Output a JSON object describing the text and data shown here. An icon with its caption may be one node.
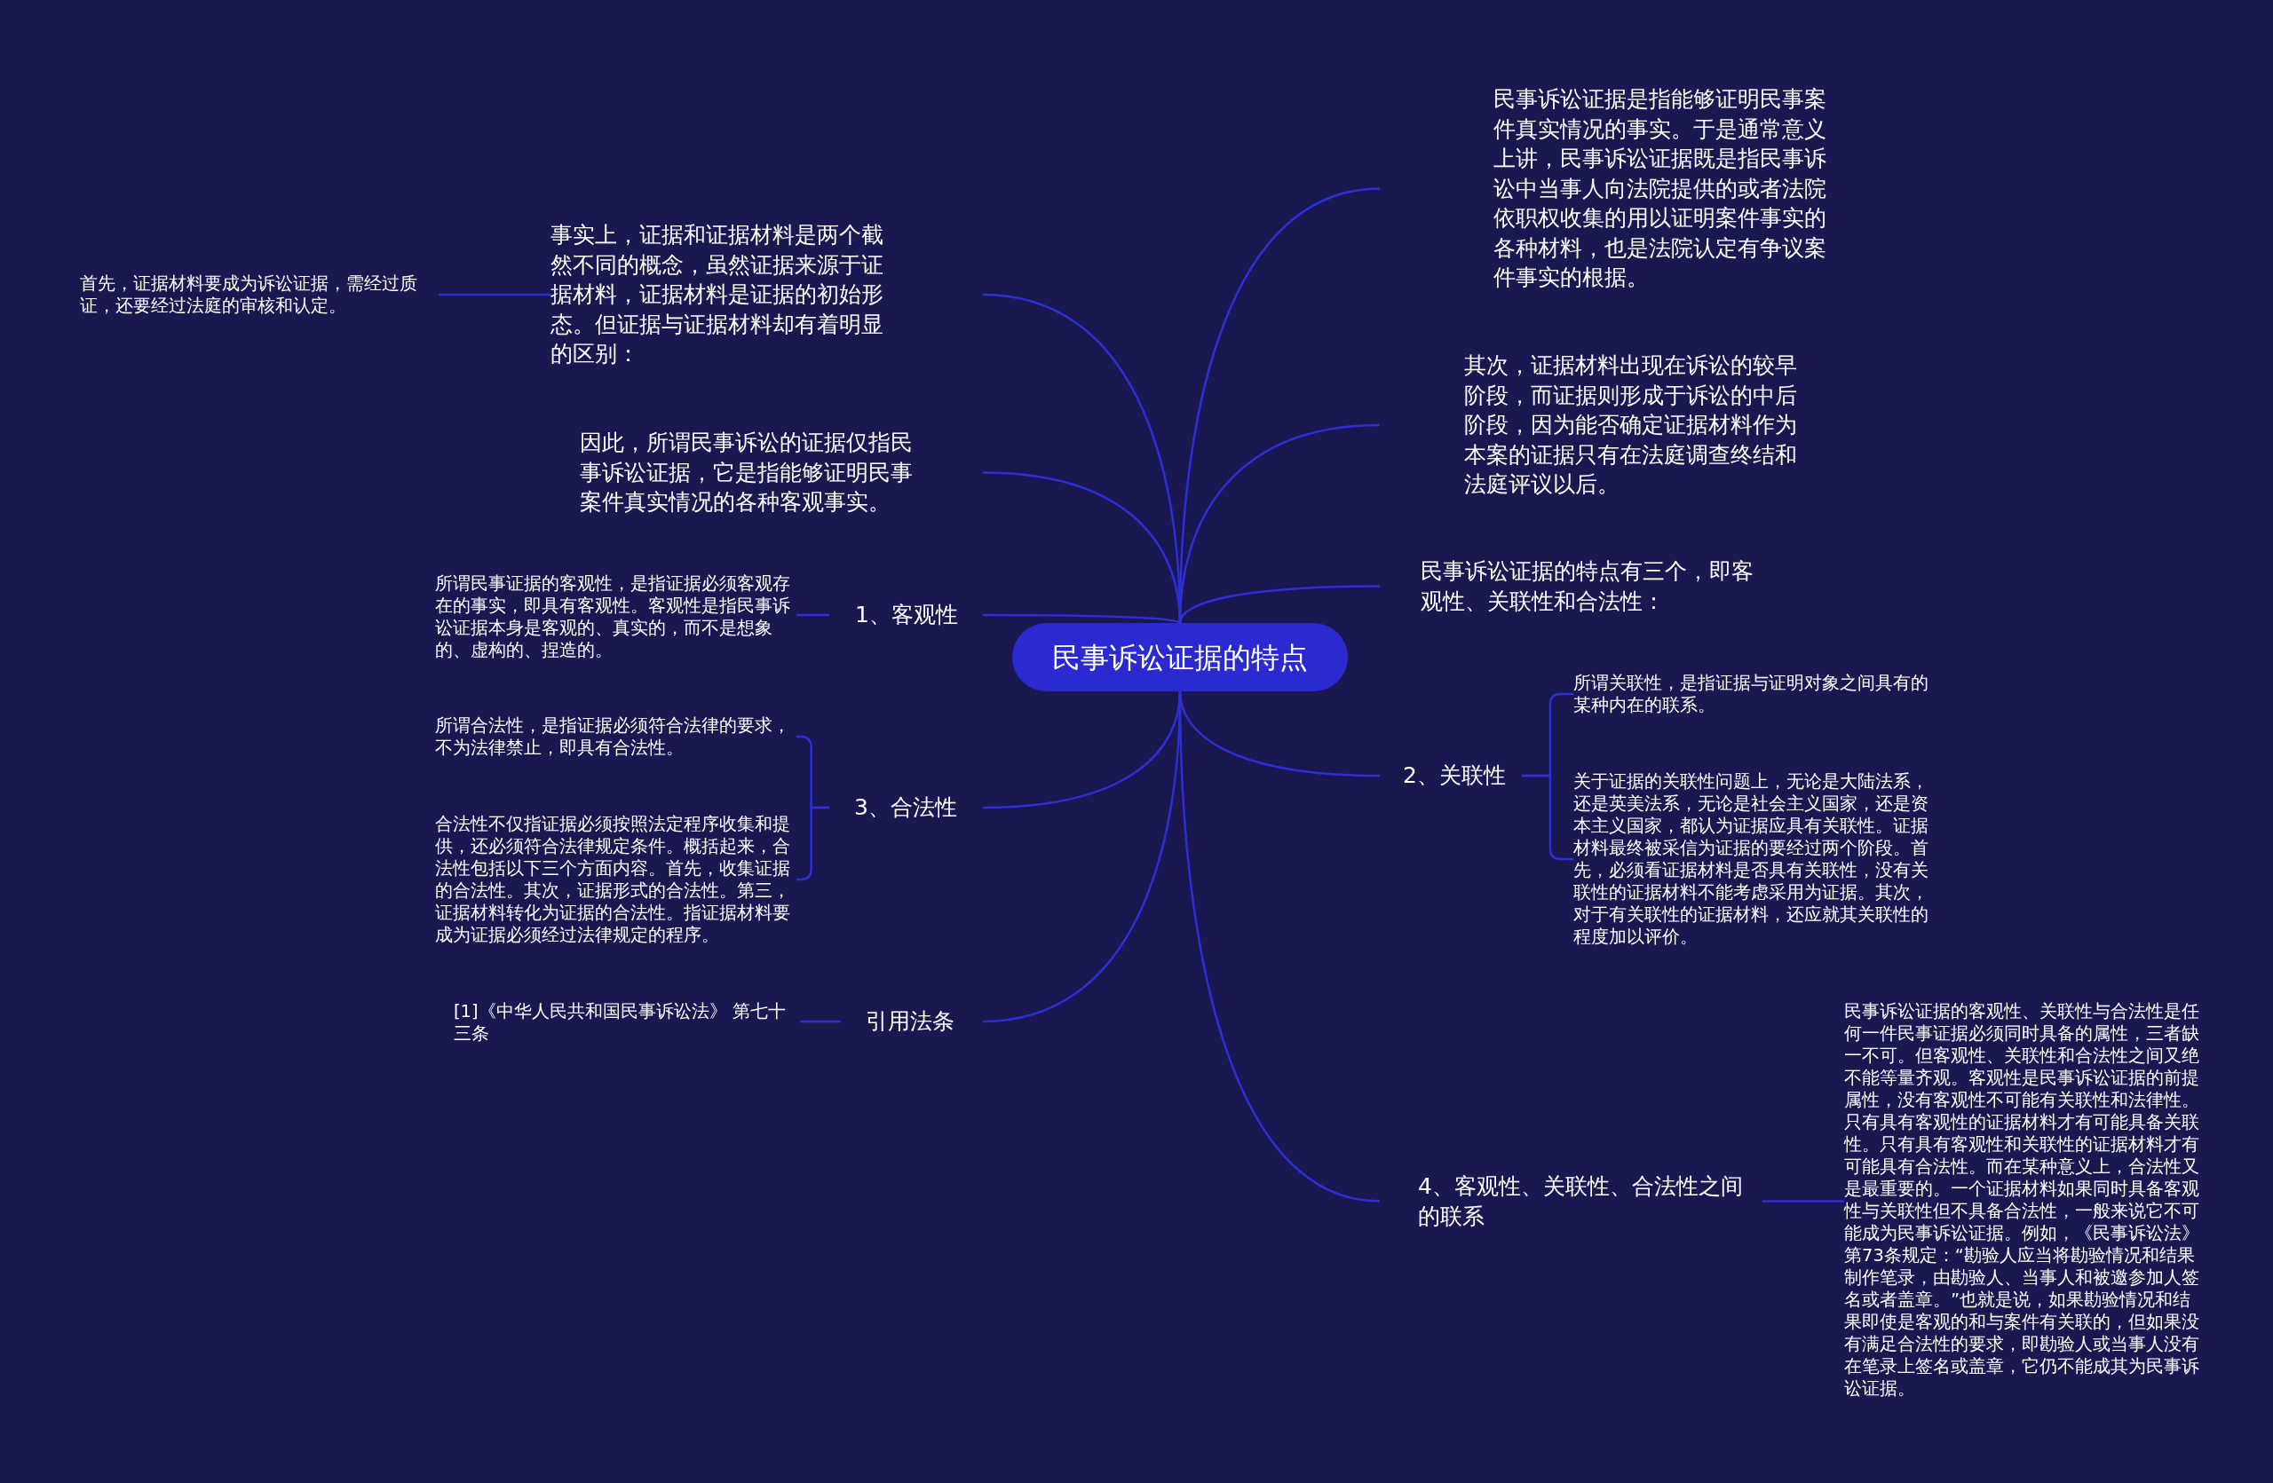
{
  "diagram": {
    "nodes": [
      {
        "text": [
          "民事诉讼证据的特点"
        ]
      },
      {
        "text": [
          "民事诉讼证据是指能够证明民事案件真实情况的事实。于是通常意义上讲，民事诉讼证据既是指民事诉讼中当事人向法院提供的或者法院依职权收集的用以证明案件事实的各种材料，也是法院认定有争议案件事实的根据。"
        ]
      },
      {
        "text": [
          "其次，证据材料出现在诉讼的较早阶段，而证据则形成于诉讼的中后阶段，因为能否确定证据材料作为本案的证据只有在法庭调查终结和法庭评议以后。"
        ]
      },
      {
        "text": [
          "民事诉讼证据的特点有三个，即客观性、关联性和合法性："
        ]
      },
      {
        "text": [
          "2、关联性"
        ]
      },
      {
        "text": [
          "所谓关联性，是指证据与证明对象之间具有的某种内在的联系。"
        ]
      },
      {
        "text": [
          "关于证据的关联性问题上，无论是大陆法系，还是英美法系，无论是社会主义国家，还是资本主义国家，都认为证据应具有关联性。证据材料最终被采信为证据的要经过两个阶段。首先，必须看证据材料是否具有关联性，没有关联性的证据材料不能考虑采用为证据。其次，对于有关联性的证据材料，还应就其关联性的程度加以评价。"
        ]
      },
      {
        "text": [
          "4、客观性、关联性、合法性之间的联系"
        ]
      },
      {
        "text": [
          "民事诉讼证据的客观性、关联性与合法性是任何一件民事证据必须同时具备的属性，三者缺一不可。但客观性、关联性和合法性之间又绝不能等量齐观。客观性是民事诉讼证据的前提属性，没有客观性不可能有关联性和法律性。只有具有客观性的证据材料才有可能具备关联性。只有具有客观性和关联性的证据材料才有可能具有合法性。而在某种意义上，合法性又是最重要的。一个证据材料如果同时具备客观性与关联性但不具备合法性，一般来说它不可能成为民事诉讼证据。例如，《民事诉讼法》第73条规定：“勘验人应当将勘验情况和结果制作笔录，由勘验人、当事人和被邀参加人签名或者盖章。”也就是说，如果勘验情况和结果即使是客观的和与案件有关联的，但如果没有满足合法性的要求，即勘验人或当事人没有在笔录上签名或盖章，它仍不能成其为民事诉讼证据。"
        ]
      },
      {
        "text": [
          "事实上，证据和证据材料是两个截然不同的概念，虽然证据来源于证据材料，证据材料是证据的初始形态。但证据与证据材料却有着明显的区别："
        ]
      },
      {
        "text": [
          "首先，证据材料要成为诉讼证据，需经过质证，还要经过法庭的审核和认定。"
        ]
      },
      {
        "text": [
          "因此，所谓民事诉讼的证据仅指民事诉讼证据，它是指能够证明民事案件真实情况的各种客观事实。"
        ]
      },
      {
        "text": [
          "1、客观性"
        ]
      },
      {
        "text": [
          "所谓民事证据的客观性，是指证据必须客观存在的事实，即具有客观性。客观性是指民事诉讼证据本身是客观的、真实的，而不是想象的、虚构的、捏造的。"
        ]
      },
      {
        "text": [
          "3、合法性"
        ]
      },
      {
        "text": [
          "所谓合法性，是指证据必须符合法律的要求，不为法律禁止，即具有合法性。"
        ]
      },
      {
        "text": [
          "合法性不仅指证据必须按照法定程序收集和提供，还必须符合法律规定条件。概括起来，合法性包括以下三个方面内容。首先，收集证据的合法性。其次，证据形式的合法性。第三，证据材料转化为证据的合法性。指证据材料要成为证据必须经过法律规定的程序。"
        ]
      },
      {
        "text": [
          "引用法条"
        ]
      },
      {
        "text": [
          "[1]《中华人民共和国民事诉讼法》 第七十三条"
        ]
      }
    ],
    "edges": [
      {
        "from": 0,
        "to": 1,
        "arrow": "none"
      },
      {
        "from": 0,
        "to": 2,
        "arrow": "none"
      },
      {
        "from": 0,
        "to": 3,
        "arrow": "none"
      },
      {
        "from": 0,
        "to": 4,
        "arrow": "none"
      },
      {
        "from": 0,
        "to": 7,
        "arrow": "none"
      },
      {
        "from": 0,
        "to": 9,
        "arrow": "none"
      },
      {
        "from": 0,
        "to": 11,
        "arrow": "none"
      },
      {
        "from": 0,
        "to": 12,
        "arrow": "none"
      },
      {
        "from": 0,
        "to": 14,
        "arrow": "none"
      },
      {
        "from": 0,
        "to": 17,
        "arrow": "none"
      },
      {
        "from": 4,
        "to": 5,
        "arrow": "none"
      },
      {
        "from": 4,
        "to": 6,
        "arrow": "none"
      },
      {
        "from": 7,
        "to": 8,
        "arrow": "none"
      },
      {
        "from": 9,
        "to": 10,
        "arrow": "none"
      },
      {
        "from": 12,
        "to": 13,
        "arrow": "none"
      },
      {
        "from": 14,
        "to": 15,
        "arrow": "none"
      },
      {
        "from": 14,
        "to": 16,
        "arrow": "none"
      },
      {
        "from": 17,
        "to": 18,
        "arrow": "none"
      }
    ]
  }
}
